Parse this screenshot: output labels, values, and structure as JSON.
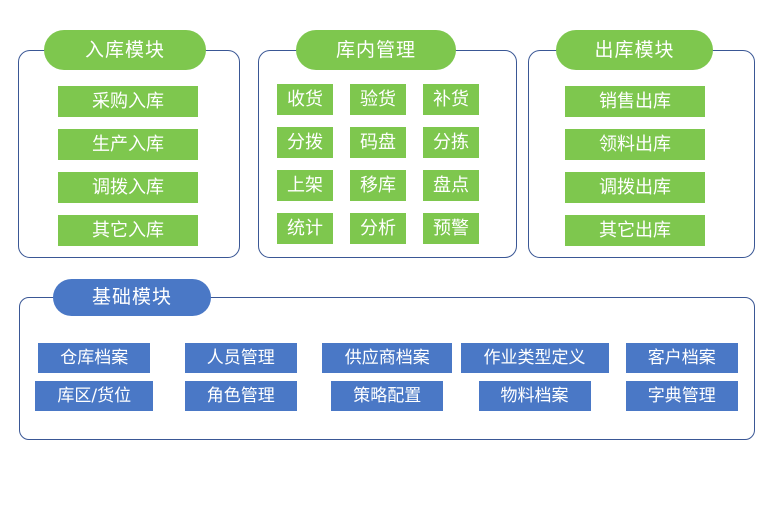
{
  "colors": {
    "node_green": "#7EC74E",
    "node_blue": "#4A78C6",
    "container_border": "#3A5795",
    "text": "#FFFFFF",
    "background": "#FFFFFF"
  },
  "modules": {
    "inbound": {
      "title": "入库模块",
      "items": [
        "采购入库",
        "生产入库",
        "调拨入库",
        "其它入库"
      ]
    },
    "warehouse": {
      "title": "库内管理",
      "items": [
        "收货",
        "验货",
        "补货",
        "分拨",
        "码盘",
        "分拣",
        "上架",
        "移库",
        "盘点",
        "统计",
        "分析",
        "预警"
      ]
    },
    "outbound": {
      "title": "出库模块",
      "items": [
        "销售出库",
        "领料出库",
        "调拨出库",
        "其它出库"
      ]
    },
    "base": {
      "title": "基础模块",
      "items": [
        "仓库档案",
        "人员管理",
        "供应商档案",
        "作业类型定义",
        "客户档案",
        "库区/货位",
        "角色管理",
        "策略配置",
        "物料档案",
        "字典管理"
      ]
    }
  }
}
